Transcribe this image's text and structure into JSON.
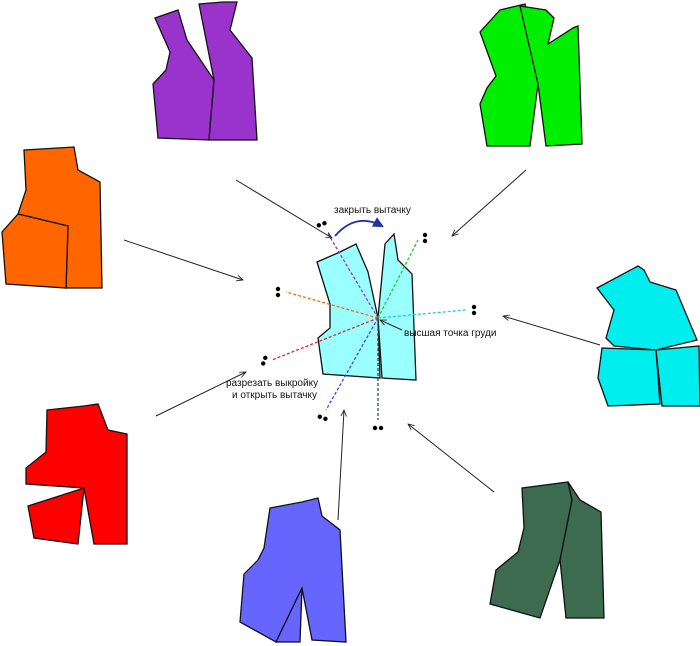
{
  "labels": {
    "close_dart": "закрыть вытачку",
    "bust_point": "высшая точка груди",
    "cut_open_line1": "разрезать выкройку",
    "cut_open_line2": "и открыть вытачку"
  },
  "colors": {
    "purple": "#9933cc",
    "green": "#00ee00",
    "orange": "#ff6600",
    "cyan": "#00eeee",
    "center": "#99ffff",
    "red": "#ff0000",
    "blue": "#6666ff",
    "darkgreen": "#3d6b50",
    "arrow_blue": "#2233aa"
  },
  "icons": {
    "scissors": "scissors-icon",
    "arrowhead": "arrowhead-icon"
  }
}
